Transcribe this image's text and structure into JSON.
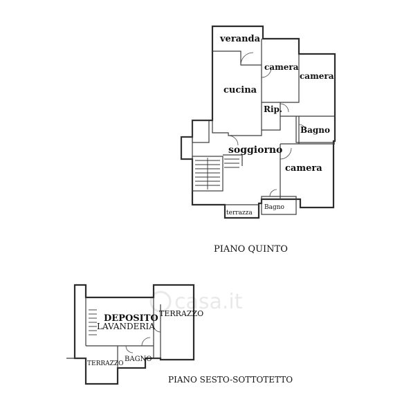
{
  "plans": [
    {
      "title": "PIANO QUINTO",
      "rooms": {
        "veranda": "veranda",
        "camera_1": "camera",
        "camera_2": "camera",
        "cucina": "cucina",
        "rip": "Rip.",
        "bagno_1": "Bagno",
        "soggiorno": "soggiorno",
        "camera_3": "camera",
        "terrazza": "terrazza",
        "bagno_2": "Bagno"
      }
    },
    {
      "title": "PIANO SESTO-SOTTOTETTO",
      "rooms": {
        "deposito": "DEPOSITO",
        "lavanderia": "LAVANDERIA",
        "terrazzo_1": "TERRAZZO",
        "terrazzo_2": "TERRAZZO",
        "bagno": "BAGNO"
      }
    }
  ],
  "watermark": "casa.it"
}
